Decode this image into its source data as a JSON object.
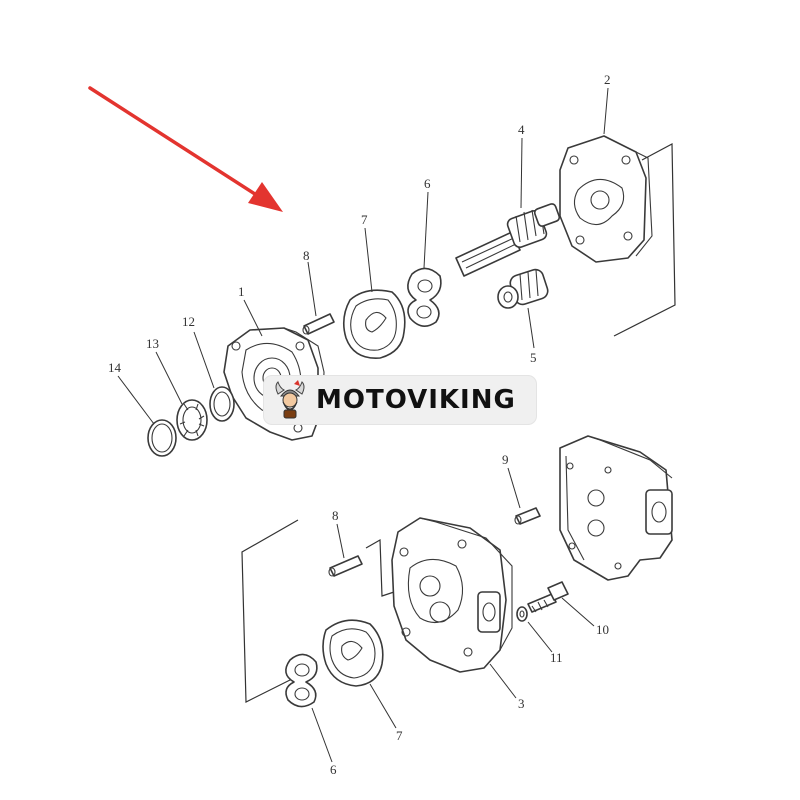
{
  "watermark": {
    "text": "MOTOVIKING",
    "logo_icon": "viking-mascot-icon"
  },
  "arrow": {
    "color": "#e3342f"
  },
  "labels": {
    "p1": "1",
    "p2": "2",
    "p3": "3",
    "p4": "4",
    "p5": "5",
    "p6_top": "6",
    "p6_bottom": "6",
    "p7_top": "7",
    "p7_bottom": "7",
    "p8_top": "8",
    "p8_bottom": "8",
    "p9": "9",
    "p10": "10",
    "p11": "11",
    "p12": "12",
    "p13": "13",
    "p14": "14"
  }
}
